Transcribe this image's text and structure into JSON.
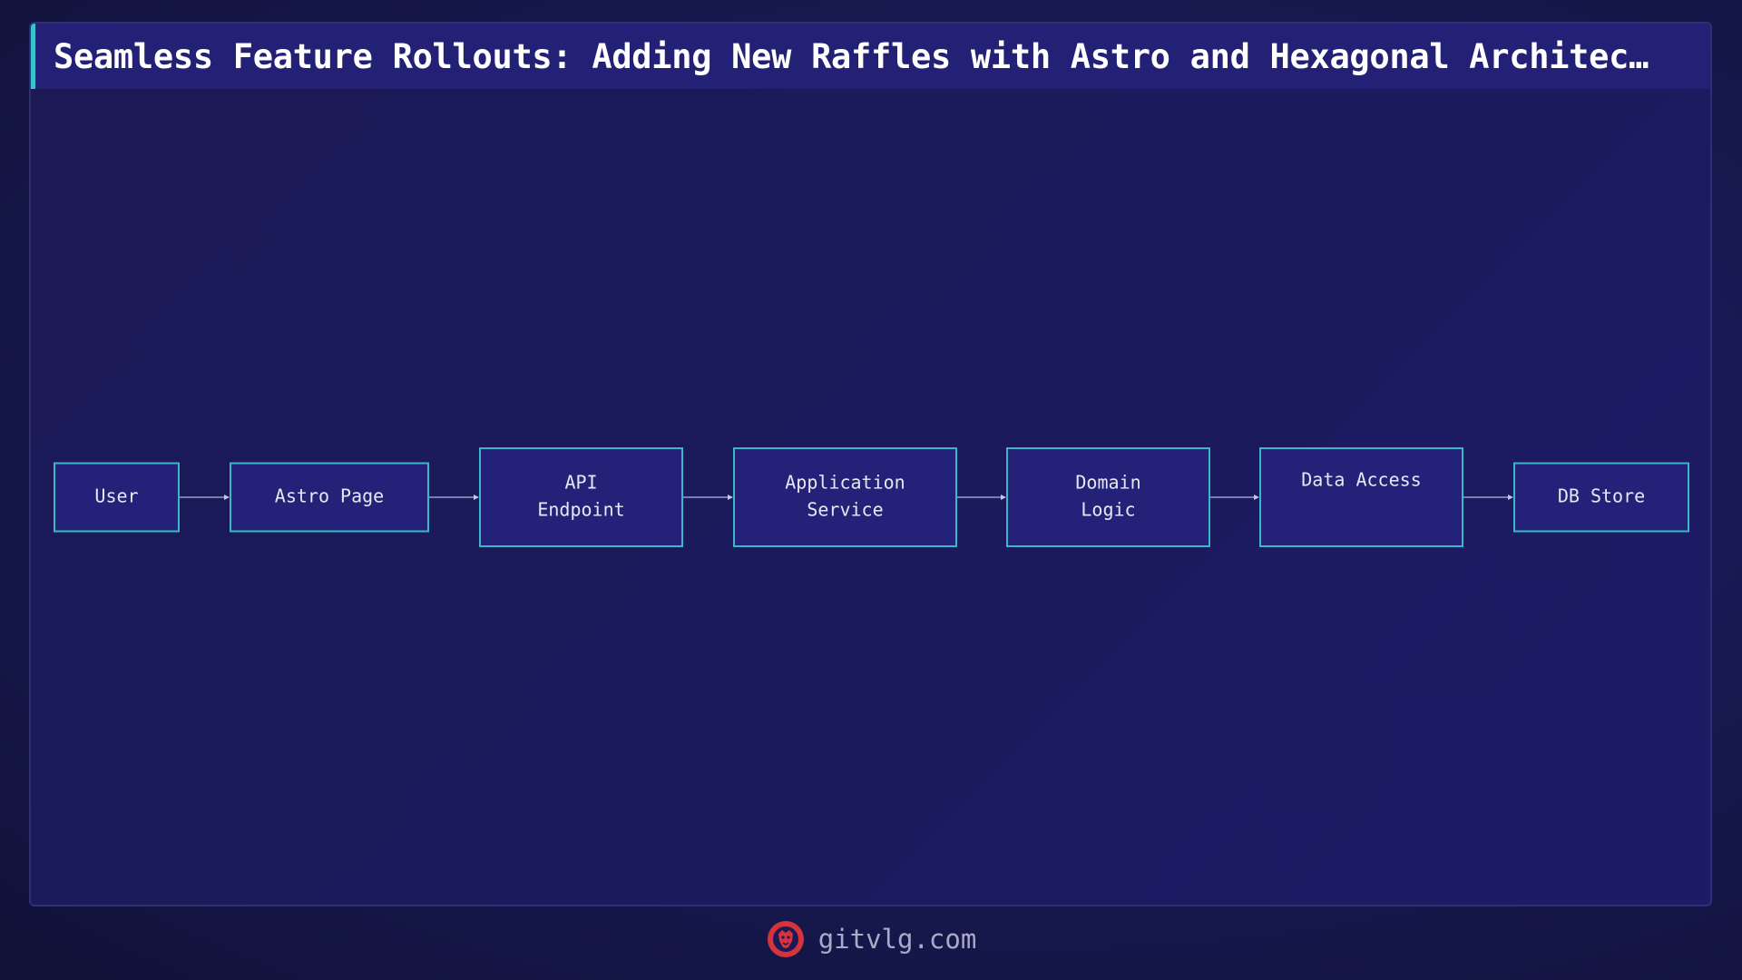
{
  "title": "Seamless Feature Rollouts: Adding New Raffles with Astro and Hexagonal Architec…",
  "colors": {
    "accent": "#39c3cf",
    "node_fill": "#232278",
    "node_border": "#3ab8c8",
    "background": "#1b1a5c",
    "logo": "#d6343c"
  },
  "diagram": {
    "nodes": [
      {
        "id": "user",
        "lines": [
          "User"
        ]
      },
      {
        "id": "astro-page",
        "lines": [
          "Astro Page"
        ]
      },
      {
        "id": "api-endpoint",
        "lines": [
          "API",
          "Endpoint"
        ]
      },
      {
        "id": "application-service",
        "lines": [
          "Application",
          "Service"
        ]
      },
      {
        "id": "domain-logic",
        "lines": [
          "Domain",
          "Logic"
        ]
      },
      {
        "id": "data-access",
        "lines": [
          "Data Access"
        ]
      },
      {
        "id": "db-store",
        "lines": [
          "DB Store"
        ]
      }
    ],
    "edges": [
      {
        "from": "user",
        "to": "astro-page"
      },
      {
        "from": "astro-page",
        "to": "api-endpoint"
      },
      {
        "from": "api-endpoint",
        "to": "application-service"
      },
      {
        "from": "application-service",
        "to": "domain-logic"
      },
      {
        "from": "domain-logic",
        "to": "data-access"
      },
      {
        "from": "data-access",
        "to": "db-store"
      }
    ]
  },
  "footer": {
    "logo_icon": "lion-head-icon",
    "site": "gitvlg.com"
  }
}
